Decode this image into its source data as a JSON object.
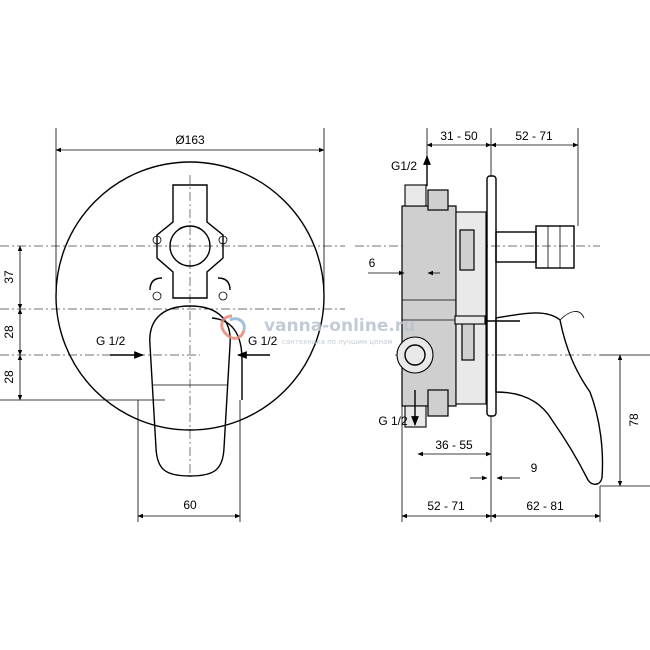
{
  "front_view": {
    "diameter": "Ø163",
    "dim_37": "37",
    "dim_28_top": "28",
    "dim_28_bottom": "28",
    "inlet_left": "G 1/2",
    "inlet_right": "G 1/2",
    "width_60": "60"
  },
  "side_view": {
    "outlet_top": "G1/2",
    "outlet_bottom": "G 1/2",
    "dim_31_50": "31 - 50",
    "dim_52_71_top": "52 - 71",
    "dim_6": "6",
    "dim_36_55": "36 - 55",
    "dim_9": "9",
    "dim_52_71_bottom": "52 - 71",
    "dim_62_81": "62 - 81",
    "dim_78": "78"
  },
  "watermark": {
    "site": "vanna-online.ru",
    "tagline": "сантехника по лучшим ценам"
  }
}
